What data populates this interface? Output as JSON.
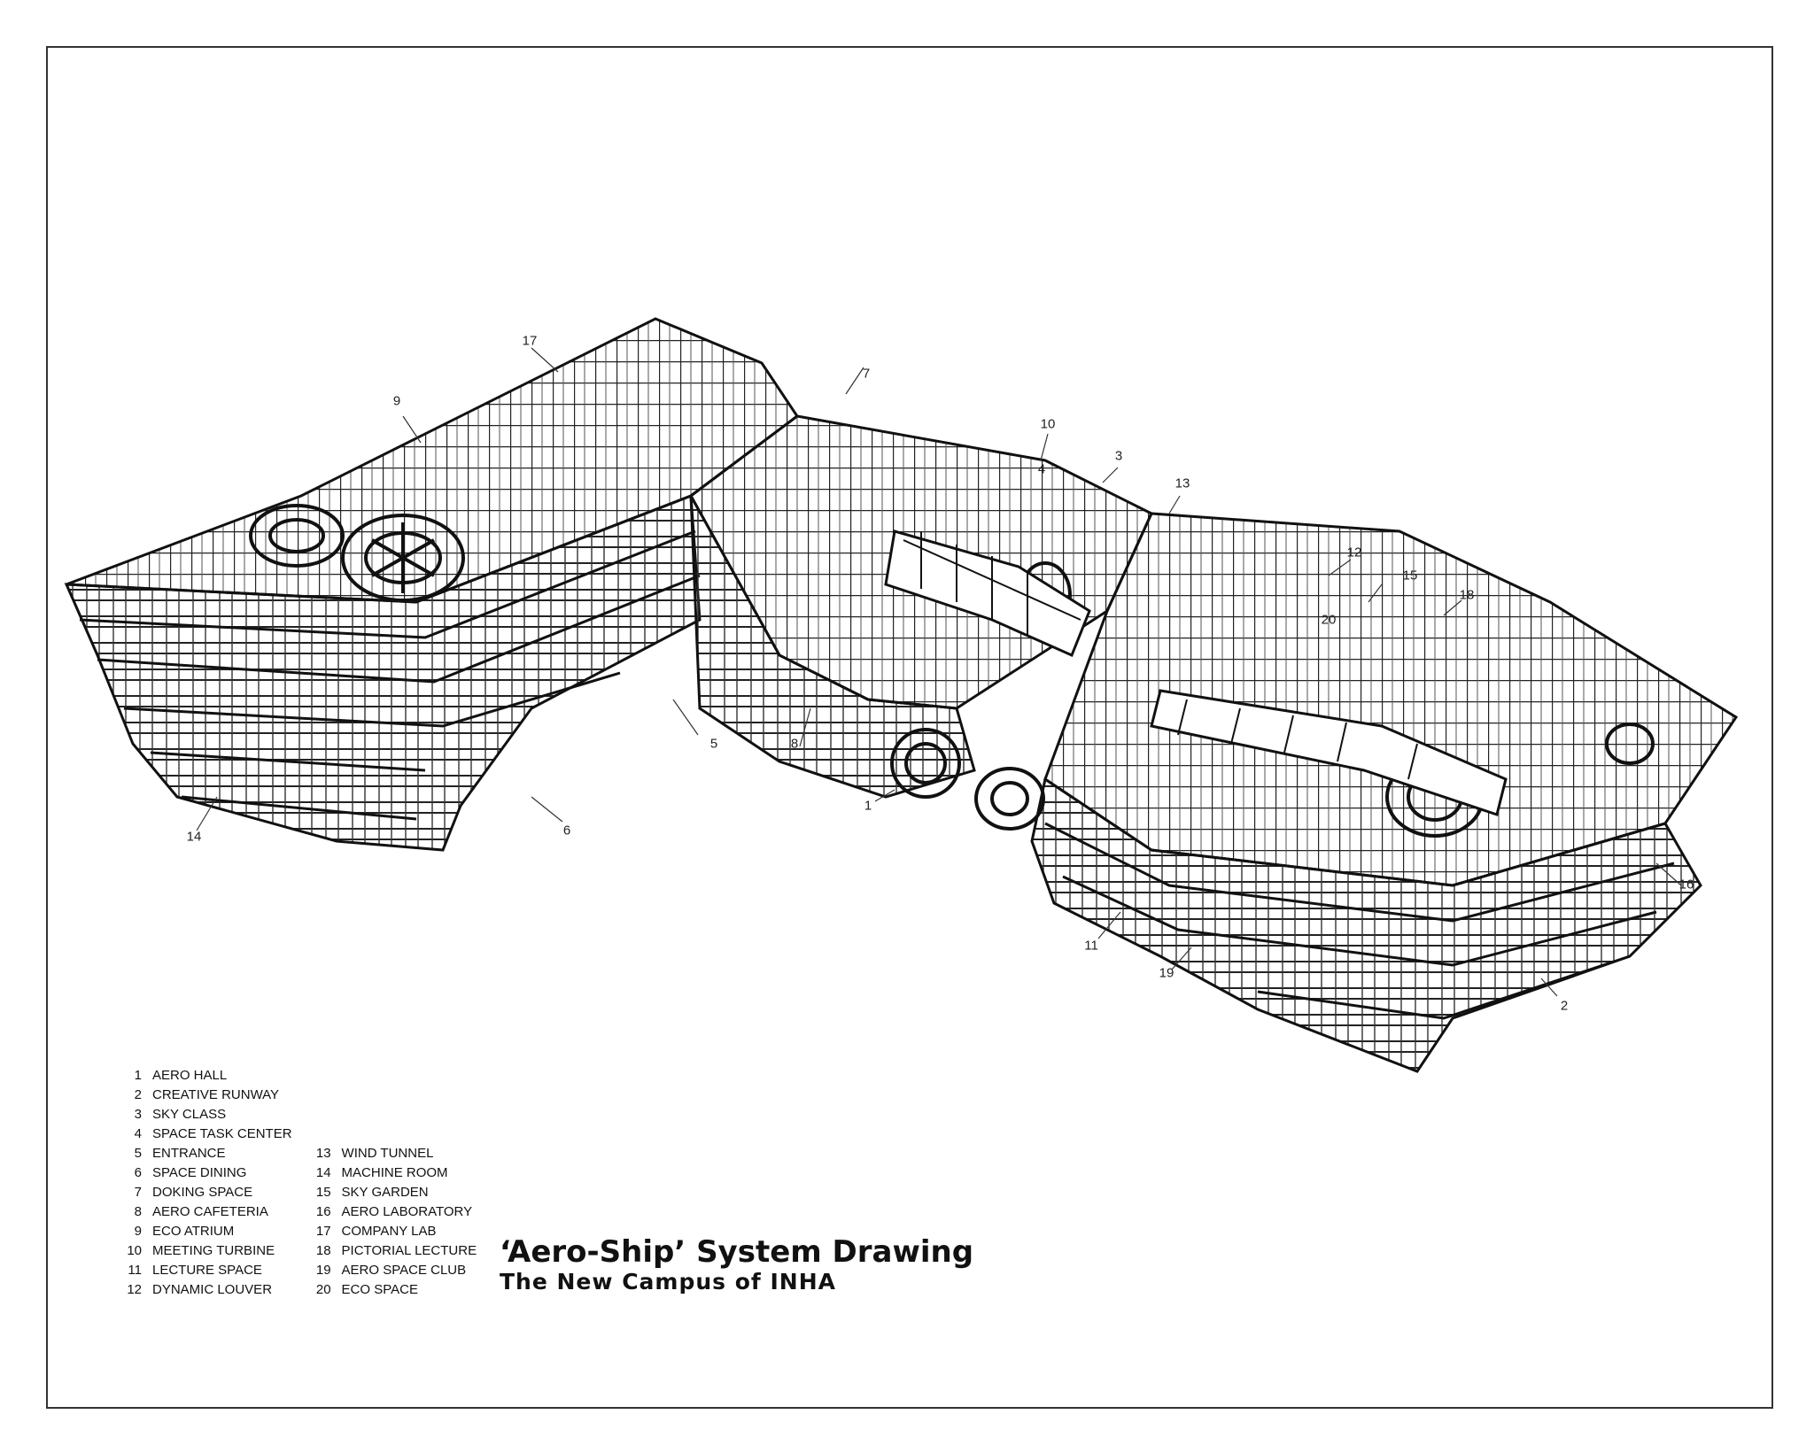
{
  "title": "‘Aero-Ship’ System Drawing",
  "subtitle": "The New Campus of INHA",
  "callouts": [
    "1",
    "2",
    "3",
    "4",
    "5",
    "6",
    "7",
    "8",
    "9",
    "10",
    "11",
    "12",
    "13",
    "14",
    "15",
    "16",
    "17",
    "18",
    "19",
    "20"
  ],
  "legend": {
    "col1": [
      {
        "num": "1",
        "label": "AERO HALL"
      },
      {
        "num": "2",
        "label": "CREATIVE RUNWAY"
      },
      {
        "num": "3",
        "label": "SKY CLASS"
      },
      {
        "num": "4",
        "label": "SPACE TASK CENTER"
      },
      {
        "num": "5",
        "label": "ENTRANCE"
      },
      {
        "num": "6",
        "label": "SPACE DINING"
      },
      {
        "num": "7",
        "label": "DOKING SPACE"
      },
      {
        "num": "8",
        "label": "AERO CAFETERIA"
      },
      {
        "num": "9",
        "label": "ECO ATRIUM"
      },
      {
        "num": "10",
        "label": "MEETING TURBINE"
      },
      {
        "num": "11",
        "label": "LECTURE SPACE"
      },
      {
        "num": "12",
        "label": "DYNAMIC LOUVER"
      }
    ],
    "col2": [
      {
        "num": "13",
        "label": "WIND TUNNEL"
      },
      {
        "num": "14",
        "label": "MACHINE ROOM"
      },
      {
        "num": "15",
        "label": "SKY GARDEN"
      },
      {
        "num": "16",
        "label": "AERO LABORATORY"
      },
      {
        "num": "17",
        "label": "COMPANY LAB"
      },
      {
        "num": "18",
        "label": "PICTORIAL LECTURE"
      },
      {
        "num": "19",
        "label": "AERO SPACE CLUB"
      },
      {
        "num": "20",
        "label": "ECO SPACE"
      }
    ]
  }
}
